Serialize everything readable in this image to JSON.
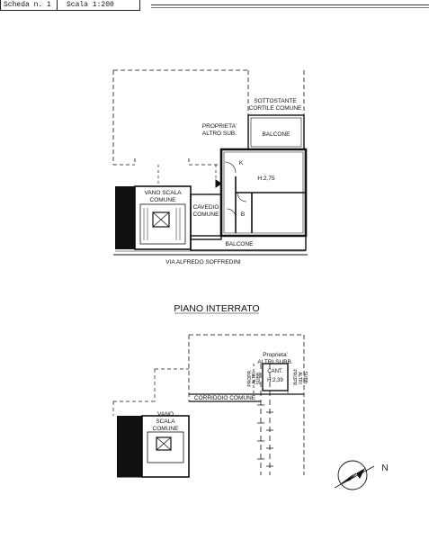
{
  "header": {
    "scheda": "Scheda n. 1",
    "scala": "Scala 1:200"
  },
  "upper_plan": {
    "labels": {
      "sottostante": "SOTTOSTANTE",
      "cortile_comune": "CORTILE COMUNE",
      "proprieta": "PROPRIETA'",
      "altro_sub": "ALTRO SUB.",
      "balcone_top": "BALCONE",
      "kitchen": "K",
      "height": "H:2,75",
      "vano_scala": "VANO SCALA",
      "comune_stair": "COMUNE",
      "cavedio": "CAVEDIO",
      "comune_cavedio": "COMUNE",
      "bath": "B",
      "balcone_bottom": "BALCONE",
      "street": "VIA ALFREDO SOFFREDINI"
    }
  },
  "lower_plan": {
    "title": "PIANO INTERRATO",
    "labels": {
      "proprieta": "Proprieta'",
      "altri_subb": "ALTRI SUBB.",
      "propr_left": "PROPR.",
      "altri_left": "ALTRI",
      "subb_left": "SUBB.",
      "cant": "CANT.",
      "cant_height": "H:2,39",
      "propr_right": "PROPR.",
      "altri_right": "ALTRI",
      "subb_right": "SUBB.",
      "corridoio": "CORRIDOIO COMUNE",
      "vano": "VANO",
      "scala": "SCALA",
      "comune": "COMUNE"
    }
  },
  "north_arrow": {
    "label": "N",
    "icon": "north-arrow-icon"
  }
}
